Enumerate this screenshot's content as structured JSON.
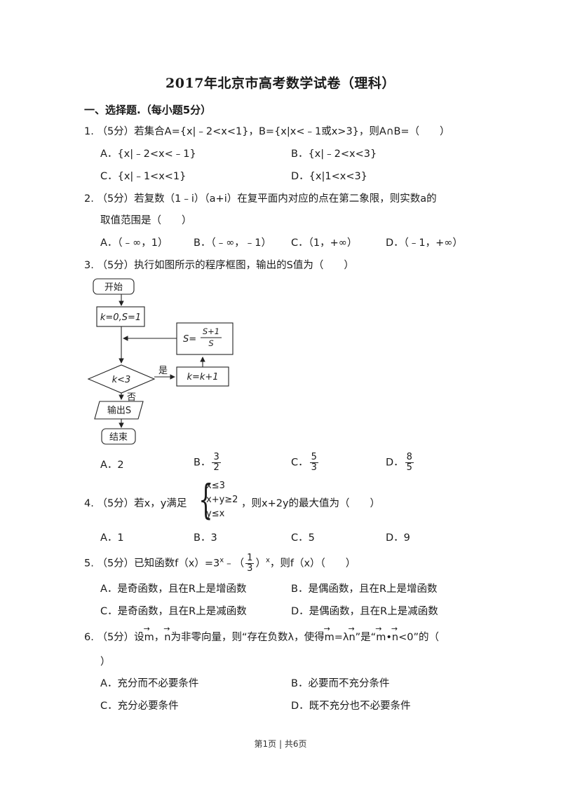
{
  "title": "2017年北京市高考数学试卷（理科）",
  "section": "一、选择题.（每小题5分）",
  "questions": [
    {
      "stem": "1.  （5分）若集合A={x|﹣2<x<1}，B={x|x<﹣1或x>3}，则A∩B=（　　）",
      "options": [
        "A．{x|﹣2<x<﹣1}",
        "B．{x|﹣2<x<3}",
        "C．{x|﹣1<x<1}",
        "D．{x|1<x<3}"
      ]
    },
    {
      "stem": "2.  （5分）若复数（1﹣i）（a+i）在复平面内对应的点在第二象限，则实数a的",
      "stem2": "取值范围是（　　）",
      "options": [
        "A．（﹣∞，1）",
        "B．（﹣∞，﹣1）",
        "C．（1，+∞）",
        "D．（﹣1，+∞）"
      ]
    },
    {
      "stem": "3.  （5分）执行如图所示的程序框图，输出的S值为（　　）",
      "flow": {
        "start": "开始",
        "init": "k=0,S=1",
        "assign_s": "S=",
        "assign_s_num": "S+1",
        "assign_s_den": "S",
        "condition": "k<3",
        "yes": "是",
        "no": "否",
        "increment": "k=k+1",
        "output": "输出S",
        "end": "结束"
      },
      "options": [
        {
          "label": "A．2"
        },
        {
          "label": "B．",
          "num": "3",
          "den": "2"
        },
        {
          "label": "C．",
          "num": "5",
          "den": "3"
        },
        {
          "label": "D．",
          "num": "8",
          "den": "5"
        }
      ]
    },
    {
      "stem_pre": "4.  （5分）若x，y满足",
      "system": [
        "x≤3",
        "x+y≥2",
        "y≤x"
      ],
      "stem_post": "，则x+2y的最大值为（　　）",
      "options": [
        "A．1",
        "B．3",
        "C．5",
        "D．9"
      ]
    },
    {
      "stem_pre": "5.  （5分）已知函数f（x）=3",
      "sup1": "x",
      "stem_mid": "﹣（",
      "frac_num": "1",
      "frac_den": "3",
      "stem_mid2": "）",
      "sup2": "x",
      "stem_post": "，则f（x）（　　）",
      "options": [
        "A．是奇函数，且在R上是增函数",
        "B．是偶函数，且在R上是增函数",
        "C．是奇函数，且在R上是减函数",
        "D．是偶函数，且在R上是减函数"
      ]
    },
    {
      "stem_a": "6.  （5分）设",
      "vm": "m",
      "stem_b": "，",
      "vn": "n",
      "stem_c": "为非零向量，则“存在负数λ，使得",
      "stem_d": "=λ",
      "stem_e": "”是“",
      "stem_f": "•",
      "stem_g": "<0”的（",
      "stem2": "）",
      "options": [
        "A．充分而不必要条件",
        "B．必要而不充分条件",
        "C．充分必要条件",
        "D．既不充分也不必要条件"
      ]
    }
  ],
  "footer": "第1页 | 共6页"
}
